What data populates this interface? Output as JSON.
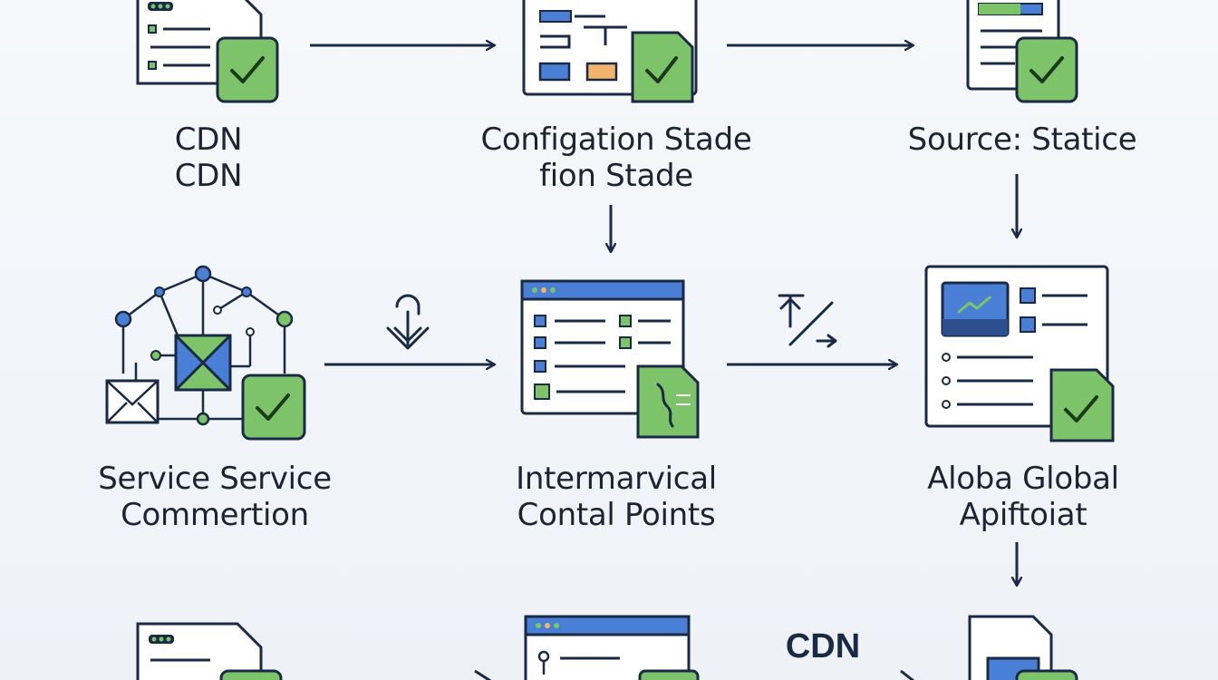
{
  "nodes": {
    "cdn": {
      "line1": "CDN",
      "line2": "CDN"
    },
    "configuration_stage": {
      "line1": "Configation Stade",
      "line2": "fion Stade"
    },
    "source_static": {
      "line1": "Source: Statice"
    },
    "service_connection": {
      "line1": "Service Service",
      "line2": "Commertion"
    },
    "intermarvical_points": {
      "line1": "Intermarvical",
      "line2": "Contal Points"
    },
    "global_platform": {
      "line1": "Aloba Global",
      "line2": "Apiftoiat"
    }
  },
  "bottom_row": {
    "cdn_label": "CDN"
  },
  "colors": {
    "stroke": "#1b2a44",
    "blue": "#4a7fd6",
    "green": "#7cc36a",
    "check": "#1b3a1b",
    "orange": "#f2b36b",
    "paper": "#ffffff"
  },
  "icons": [
    "document-check-icon",
    "config-window-icon",
    "source-doc-icon",
    "network-graph-icon",
    "app-window-icon",
    "dashboard-icon",
    "envelope-icon",
    "download-icon",
    "route-arrows-icon"
  ]
}
